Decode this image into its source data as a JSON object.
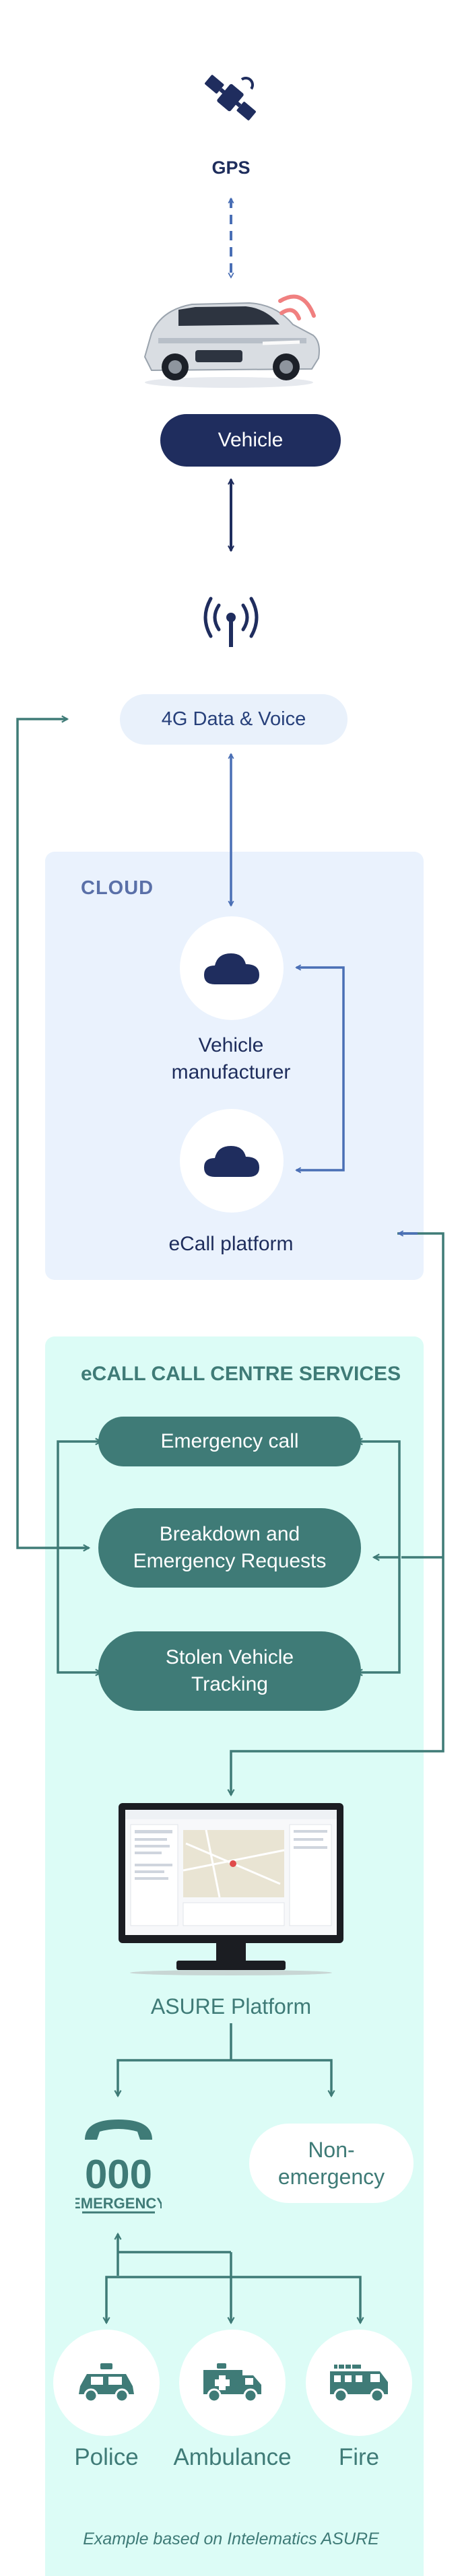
{
  "colors": {
    "navy": "#1f2d5e",
    "blue_arrow": "#4a6fb5",
    "teal": "#3f7b77",
    "cloud_panel_bg": "#eaf2fd",
    "ecall_panel_bg": "#dcfcf6",
    "signal_red": "#f08080"
  },
  "icons": [
    "satellite-icon",
    "car-icon",
    "wireless-signal-icon",
    "antenna-icon",
    "cloud-icon",
    "monitor-icon",
    "emergency-000-icon",
    "police-car-icon",
    "ambulance-icon",
    "fire-truck-icon"
  ],
  "gps": {
    "label": "GPS"
  },
  "vehicle": {
    "label": "Vehicle"
  },
  "network": {
    "label": "4G Data & Voice"
  },
  "cloud": {
    "title": "CLOUD",
    "manufacturer_line1": "Vehicle",
    "manufacturer_line2": "manufacturer",
    "ecall_platform": "eCall platform"
  },
  "call_centre": {
    "title": "eCALL CALL CENTRE SERVICES",
    "emergency_call": "Emergency call",
    "breakdown_line1": "Breakdown and",
    "breakdown_line2": "Emergency Requests",
    "stolen_line1": "Stolen Vehicle",
    "stolen_line2": "Tracking"
  },
  "platform": {
    "label": "ASURE Platform"
  },
  "routing": {
    "emergency_number": "000",
    "emergency_word": "EMERGENCY",
    "nonemergency_line1": "Non-",
    "nonemergency_line2": "emergency"
  },
  "services": {
    "police": "Police",
    "ambulance": "Ambulance",
    "fire": "Fire"
  },
  "footnote": "Example based on Intelematics ASURE"
}
